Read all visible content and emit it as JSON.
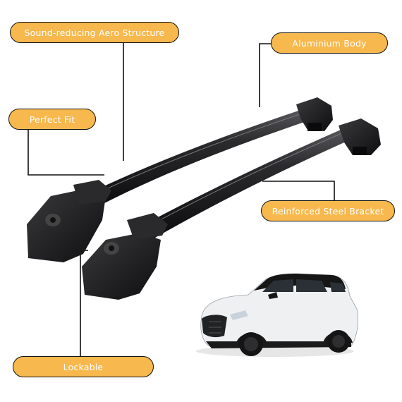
{
  "labels": {
    "sound": "Sound-reducing Aero Structure",
    "aluminium": "Aluminium Body",
    "fit": "Perfect Fit",
    "steel": "Reinforced Steel Bracket",
    "lockable": "Lockable"
  },
  "colors": {
    "callout_fill": "#f7b84d",
    "callout_border": "#111111",
    "callout_text": "#ffffff",
    "rack": "#1c1c1e",
    "car_body": "#eef0f2",
    "car_roof": "#161616"
  },
  "icons": [
    "lock-icon"
  ]
}
